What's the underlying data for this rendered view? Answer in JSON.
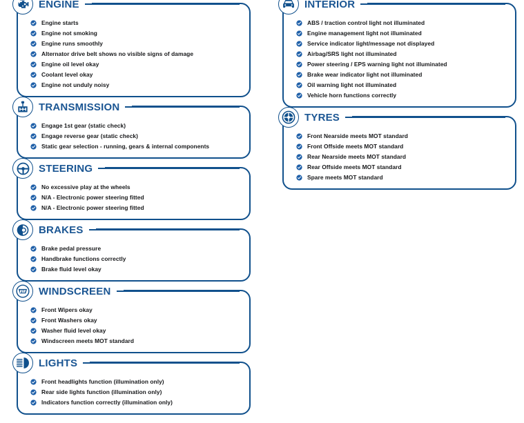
{
  "theme": {
    "brand_blue": "#10508c",
    "title_blue": "#1b5693",
    "check_blue": "#1e5fa8",
    "text_black": "#17181a",
    "background": "#ffffff"
  },
  "document_type": "vehicle-inspection-checklist",
  "columns": [
    {
      "name": "left-column",
      "sections": [
        {
          "id": "engine",
          "title": "ENGINE",
          "icon": "engine-icon",
          "items": [
            "Engine starts",
            "Engine not smoking",
            "Engine runs smoothly",
            "Alternator drive belt shows no visible signs of damage",
            "Engine oil level okay",
            "Coolant level okay",
            "Engine not unduly noisy"
          ]
        },
        {
          "id": "transmission",
          "title": "TRANSMISSION",
          "icon": "gear-shifter-icon",
          "items": [
            "Engage 1st gear (static check)",
            "Engage reverse gear (static check)",
            "Static gear selection - running, gears & internal components"
          ]
        },
        {
          "id": "steering",
          "title": "STEERING",
          "icon": "steering-wheel-icon",
          "items": [
            "No excessive play at the wheels",
            "N/A - Electronic power steering fitted",
            "N/A - Electronic power steering fitted"
          ]
        },
        {
          "id": "brakes",
          "title": "BRAKES",
          "icon": "brake-disc-icon",
          "items": [
            "Brake pedal pressure",
            "Handbrake functions correctly",
            "Brake fluid level okay"
          ]
        },
        {
          "id": "windscreen",
          "title": "WINDSCREEN",
          "icon": "windscreen-icon",
          "items": [
            "Front Wipers okay",
            "Front Washers okay",
            "Washer fluid level okay",
            "Windscreen meets MOT standard"
          ]
        },
        {
          "id": "lights",
          "title": "LIGHTS",
          "icon": "headlight-icon",
          "items": [
            "Front headlights function (illumination only)",
            "Rear side lights function (illumination only)",
            "Indicators function correctly (illumination only)"
          ]
        }
      ]
    },
    {
      "name": "right-column",
      "sections": [
        {
          "id": "interior",
          "title": "INTERIOR",
          "icon": "car-front-icon",
          "items": [
            "ABS / traction control light not illuminated",
            "Engine management light not illuminated",
            "Service indicator light/message not displayed",
            "Airbag/SRS light not illuminated",
            "Power steering / EPS warning light not illuminated",
            "Brake wear indicator light not illuminated",
            "Oil warning light not illuminated",
            "Vehicle horn functions correctly"
          ]
        },
        {
          "id": "tyres",
          "title": "TYRES",
          "icon": "wheel-icon",
          "items": [
            "Front Nearside meets MOT standard",
            "Front Offside meets MOT standard",
            "Rear Nearside meets MOT standard",
            "Rear Offside meets MOT standard",
            "Spare meets MOT standard"
          ]
        }
      ]
    }
  ]
}
